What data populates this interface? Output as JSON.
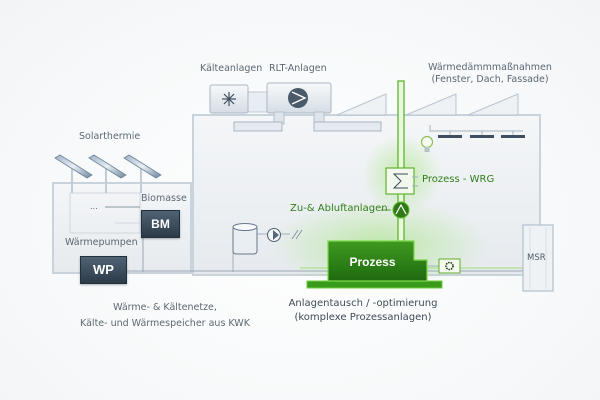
{
  "labels": {
    "kaelteanlagen": "Kälteanlagen",
    "rlt_anlagen": "RLT-Anlagen",
    "waermedaemm_line1": "Wärmedämmmaßnahmen",
    "waermedaemm_line2": "(Fenster, Dach, Fassade)",
    "solarthermie": "Solarthermie",
    "biomasse": "Biomasse",
    "ellipsis": "...",
    "waermepumpen": "Wärmepumpen",
    "netze_line1": "Wärme- & Kältenetze,",
    "netze_line2": "Kälte- und Wärmespeicher aus KWK",
    "prozess_wrg": "Prozess - WRG",
    "zu_abluft": "Zu-& Abluftanlagen",
    "anlagentausch_line1": "Anlagentausch / -optimierung",
    "anlagentausch_line2": "(komplexe Prozessanlagen)",
    "msr": "MSR"
  },
  "boxes": {
    "bm": "BM",
    "wp": "WP",
    "prozess": "Prozess"
  },
  "icons": {
    "cooling": "snowflake-icon",
    "ventilation": "fan-icon",
    "lighting": "light-bulb-icon",
    "heat_exchanger": "heat-exchanger-icon",
    "air_handler": "air-handler-icon",
    "storage": "storage-tank-icon",
    "pump": "pump-icon"
  },
  "colors": {
    "green_accent": "#3a9a1c",
    "dark_box": "#3a4a5a",
    "label_gray": "#5c6873"
  }
}
